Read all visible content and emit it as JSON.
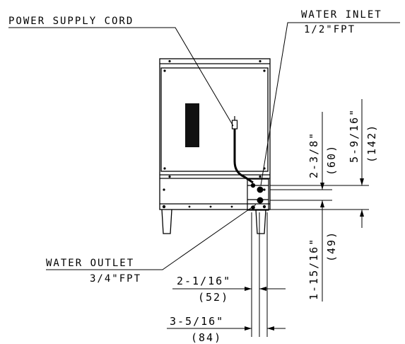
{
  "colors": {
    "line": "#000000",
    "background": "#ffffff",
    "panel": "#111111"
  },
  "callouts": {
    "power_supply_cord": "POWER SUPPLY CORD",
    "water_inlet": "WATER INLET",
    "water_inlet_size": "1/2\"FPT",
    "water_outlet": "WATER OUTLET",
    "water_outlet_size": "3/4\"FPT"
  },
  "dimensions": {
    "outlet_offset_in": "2-1/16\"",
    "outlet_offset_mm": "(52)",
    "inlet_offset_in": "3-5/16\"",
    "inlet_offset_mm": "(84)",
    "inlet_height_in": "2-3/8\"",
    "inlet_height_mm": "(60)",
    "outlet_height_in": "1-15/16\"",
    "outlet_height_mm": "(49)",
    "cord_height_in": "5-9/16\"",
    "cord_height_mm": "(142)"
  }
}
